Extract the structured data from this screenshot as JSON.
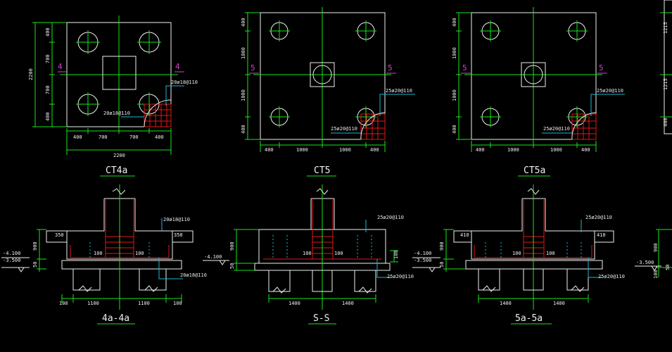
{
  "plans": [
    {
      "title": "CT4a",
      "dims_bottom": [
        "400",
        "700",
        "700",
        "400"
      ],
      "dim_total": "2200",
      "dims_left": [
        "400",
        "700",
        "700",
        "400"
      ],
      "dim_left_total": "2200",
      "rebar_note_1": "20ø18@110",
      "rebar_note_2": "20ø18@110",
      "section_mark": "4"
    },
    {
      "title": "CT5",
      "dims_bottom": [
        "400",
        "1000",
        "1000",
        "400"
      ],
      "dims_left": [
        "400",
        "1000",
        "1000",
        "400"
      ],
      "rebar_note_1": "25ø20@110",
      "rebar_note_2": "25ø20@110",
      "section_mark": "5"
    },
    {
      "title": "CT5a",
      "dims_bottom": [
        "400",
        "1000",
        "1000",
        "400"
      ],
      "dims_left": [
        "400",
        "1000",
        "1000",
        "400"
      ],
      "rebar_note_1": "25ø20@110",
      "rebar_note_2": "25ø20@110",
      "section_mark": "5"
    }
  ],
  "partial_plan": {
    "dims_right": [
      "1215",
      "1215",
      "400"
    ]
  },
  "sections": [
    {
      "title": "4a-4a",
      "rebar_top": "20ø18@110",
      "rebar_bottom": "20ø18@110",
      "dims_bottom": [
        "100",
        "1100",
        "1100",
        "100"
      ],
      "inner_dims": [
        "100",
        "100"
      ],
      "side_dims": [
        "350",
        "350"
      ],
      "height": "900",
      "base": "50",
      "elev_1": "-4.100",
      "elev_2": "-3.500"
    },
    {
      "title": "S-S",
      "rebar_top": "25ø20@110",
      "rebar_bottom": "25ø20@110",
      "dims_bottom": [
        "1400",
        "1400"
      ],
      "inner_dims": [
        "100",
        "100"
      ],
      "height": "900",
      "base": "50",
      "right_dim": "100",
      "elev_1": "-4.100"
    },
    {
      "title": "5a-5a",
      "rebar_top": "25ø20@110",
      "rebar_bottom": "25ø20@110",
      "dims_bottom": [
        "1400",
        "1400"
      ],
      "inner_dims": [
        "100",
        "100"
      ],
      "side_dims": [
        "410",
        "410"
      ],
      "height": "900",
      "base": "50",
      "elev_1": "-4.100",
      "elev_2": "-3.500"
    }
  ],
  "partial_section": {
    "elev": "-3.500",
    "height": "900",
    "base": "100",
    "side": "50"
  }
}
